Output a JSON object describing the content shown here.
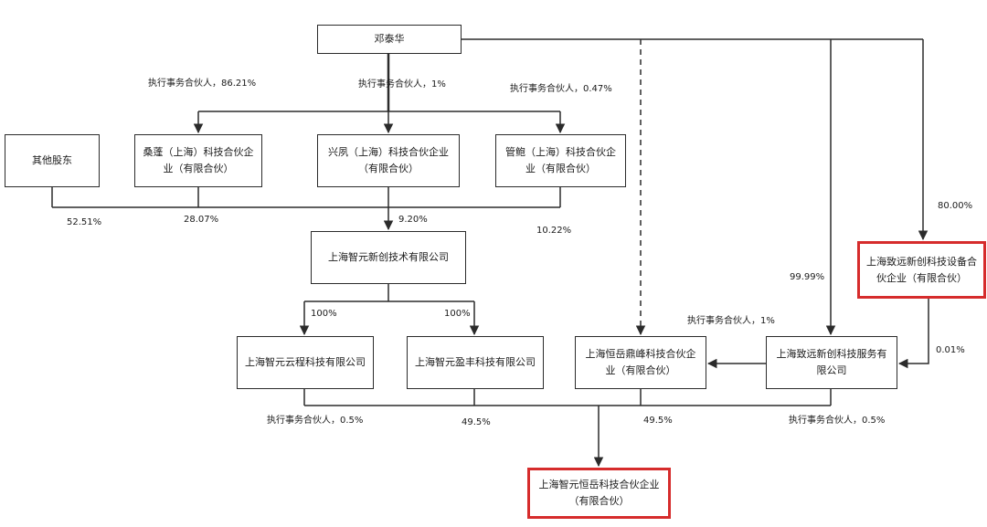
{
  "nodes": {
    "deng": "邓泰华",
    "other": "其他股东",
    "sang": "桑蓬（上海）科技合伙企业（有限合伙）",
    "xing": "兴夙（上海）科技合伙企业（有限合伙）",
    "guan": "管鲍（上海）科技合伙企业（有限合伙）",
    "zy_tech": "上海智元新创技术有限公司",
    "zhiyuan_device": "上海致远新创科技设备合伙企业（有限合伙）",
    "yuncheng": "上海智元云程科技有限公司",
    "yingfeng": "上海智元盈丰科技有限公司",
    "dingfeng": "上海恒岳鼎峰科技合伙企业（有限合伙）",
    "zhiyuan_service": "上海致远新创科技服务有限公司",
    "hengyue": "上海智元恒岳科技合伙企业（有限合伙）"
  },
  "labels": {
    "deng_sang": "执行事务合伙人，86.21%",
    "deng_xing": "执行事务合伙人，1%",
    "deng_guan": "执行事务合伙人，0.47%",
    "other_pct": "52.51%",
    "sang_pct": "28.07%",
    "xing_pct": "9.20%",
    "guan_pct": "10.22%",
    "deng_device": "80.00%",
    "deng_service": "99.99%",
    "device_service": "0.01%",
    "service_dingfeng": "执行事务合伙人，1%",
    "zy_yuncheng": "100%",
    "zy_yingfeng": "100%",
    "yuncheng_pct": "执行事务合伙人，0.5%",
    "yingfeng_pct": "49.5%",
    "dingfeng_pct": "49.5%",
    "service_pct": "执行事务合伙人，0.5%"
  },
  "colors": {
    "highlight": "#d62c2c",
    "line": "#2b2b2b"
  }
}
